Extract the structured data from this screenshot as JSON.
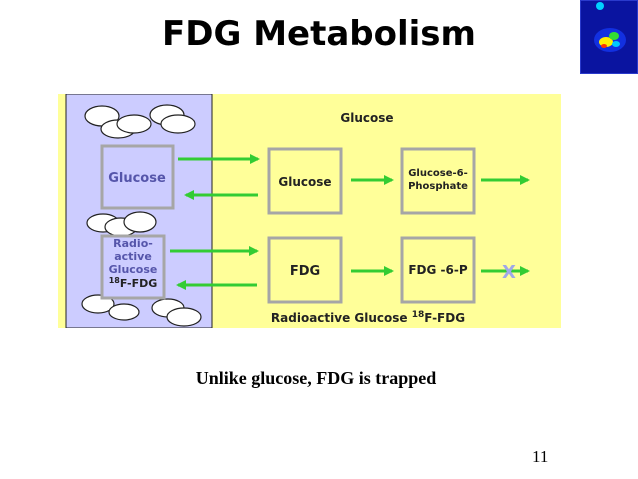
{
  "slide": {
    "title": "FDG Metabolism",
    "caption": "Unlike glucose, FDG is trapped",
    "page_number": "11"
  },
  "diagram": {
    "top_label": "Glucose",
    "cell_glucose_label": "Glucose",
    "cell_radio_lines": [
      "Radio-",
      "active",
      "Glucose"
    ],
    "cell_radio_fdg_sup": "18",
    "cell_radio_fdg": "F-FDG",
    "box_glucose": "Glucose",
    "box_g6p_lines": [
      "Glucose-6-",
      "Phosphate"
    ],
    "box_fdg": "FDG",
    "box_fdg6p": "FDG -6-P",
    "blocked_mark": "X",
    "bottom_label": "Radioactive Glucose ",
    "bottom_label_sup": "18",
    "bottom_label_tail": "F-FDG"
  },
  "colors": {
    "background_yellow": "#ffff99",
    "cell_panel": "#ccccff",
    "arrow_green": "#33cc33",
    "box_border": "#a6a6a6",
    "label_blue": "#5555aa",
    "x_mark": "#9fa8e8"
  }
}
